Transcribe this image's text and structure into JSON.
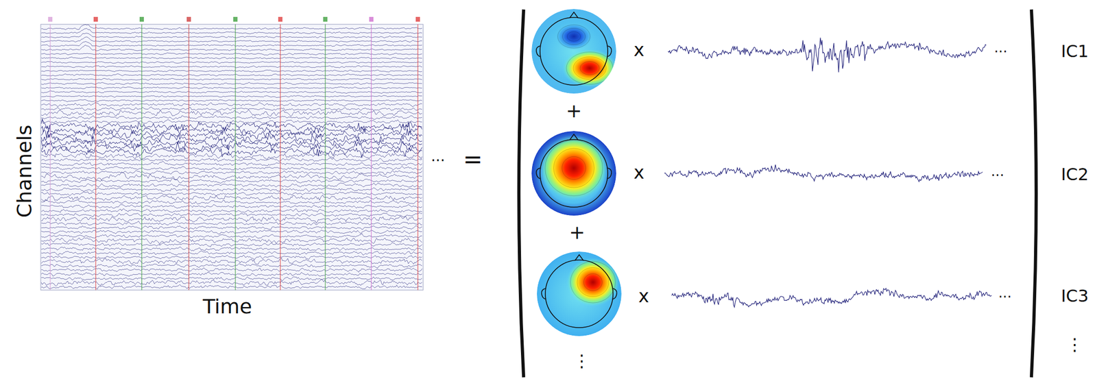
{
  "diagram": {
    "labels": [
      "Channels",
      "Time",
      "···",
      "=",
      "x",
      "···",
      "IC1",
      "+",
      "x",
      "···",
      "IC2",
      "+",
      "x",
      "···",
      "IC3",
      "⋮",
      "⋮"
    ]
  }
}
